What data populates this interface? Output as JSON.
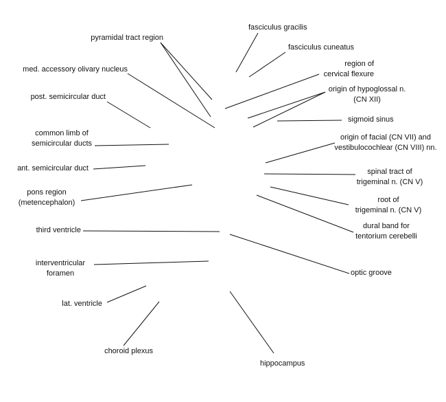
{
  "labels": {
    "pyramidal_tract": "pyramidal tract region",
    "med_accessory_olivary": "med. accessory olivary nucleus",
    "post_semicircular": "post. semicircular duct",
    "common_limb": "common limb of\nsemicircular ducts",
    "ant_semicircular": "ant. semicircular duct",
    "pons_region": "pons region\n(metencephalon)",
    "third_ventricle": "third ventricle",
    "interventricular_foramen": "interventricular\nforamen",
    "lat_ventricle": "lat. ventricle",
    "choroid_plexus": "choroid plexus",
    "fasciculus_gracilis": "fasciculus gracilis",
    "fasciculus_cuneatus": "fasciculus cuneatus",
    "cervical_flexure": "region of\ncervical flexure",
    "hypoglossal": "origin of hypoglossal n.\n(CN XII)",
    "sigmoid_sinus": "sigmoid sinus",
    "facial_vestibulocochlear": "origin of facial (CN VII) and\nvestibulocochlear (CN VIII) nn.",
    "spinal_tract_trigeminal": "spinal tract of\ntrigeminal n. (CN V)",
    "root_trigeminal": "root of\ntrigeminal n. (CN V)",
    "dural_band": "dural band for\ntentorium cerebelli",
    "optic_groove": "optic groove",
    "hippocampus": "hippocampus"
  }
}
